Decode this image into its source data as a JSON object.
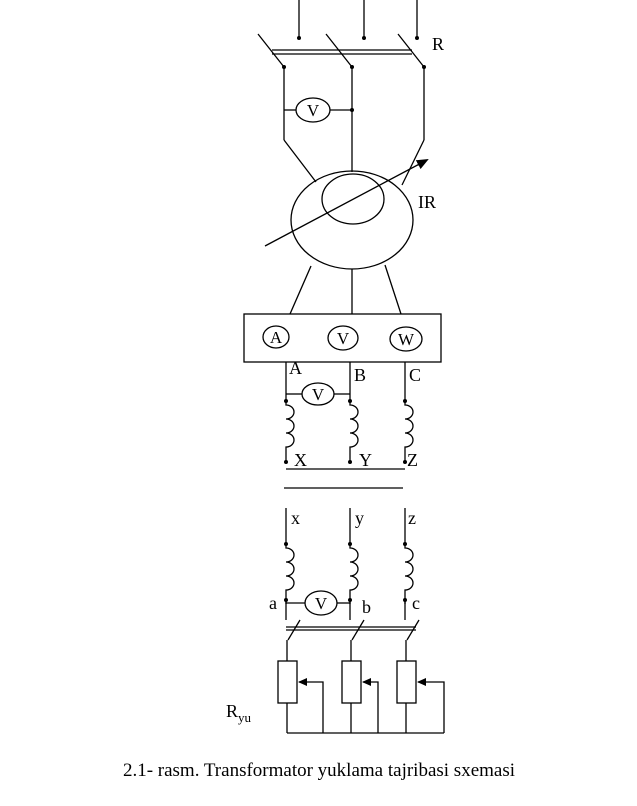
{
  "labels": {
    "switch_top": "R",
    "regulator": "IR",
    "primary_terminals": [
      "A",
      "B",
      "C"
    ],
    "primary_ends": [
      "X",
      "Y",
      "Z"
    ],
    "secondary_starts": [
      "x",
      "y",
      "z"
    ],
    "secondary_terminals": [
      "a",
      "b",
      "c"
    ],
    "load_main": "R",
    "load_sub": "yu"
  },
  "meters": {
    "top_voltmeter": "V",
    "panel": [
      "A",
      "V",
      "W"
    ],
    "primary_voltmeter": "V",
    "secondary_voltmeter": "V"
  },
  "caption": "2.1- rasm. Transformator yuklama tajribasi sxemasi"
}
